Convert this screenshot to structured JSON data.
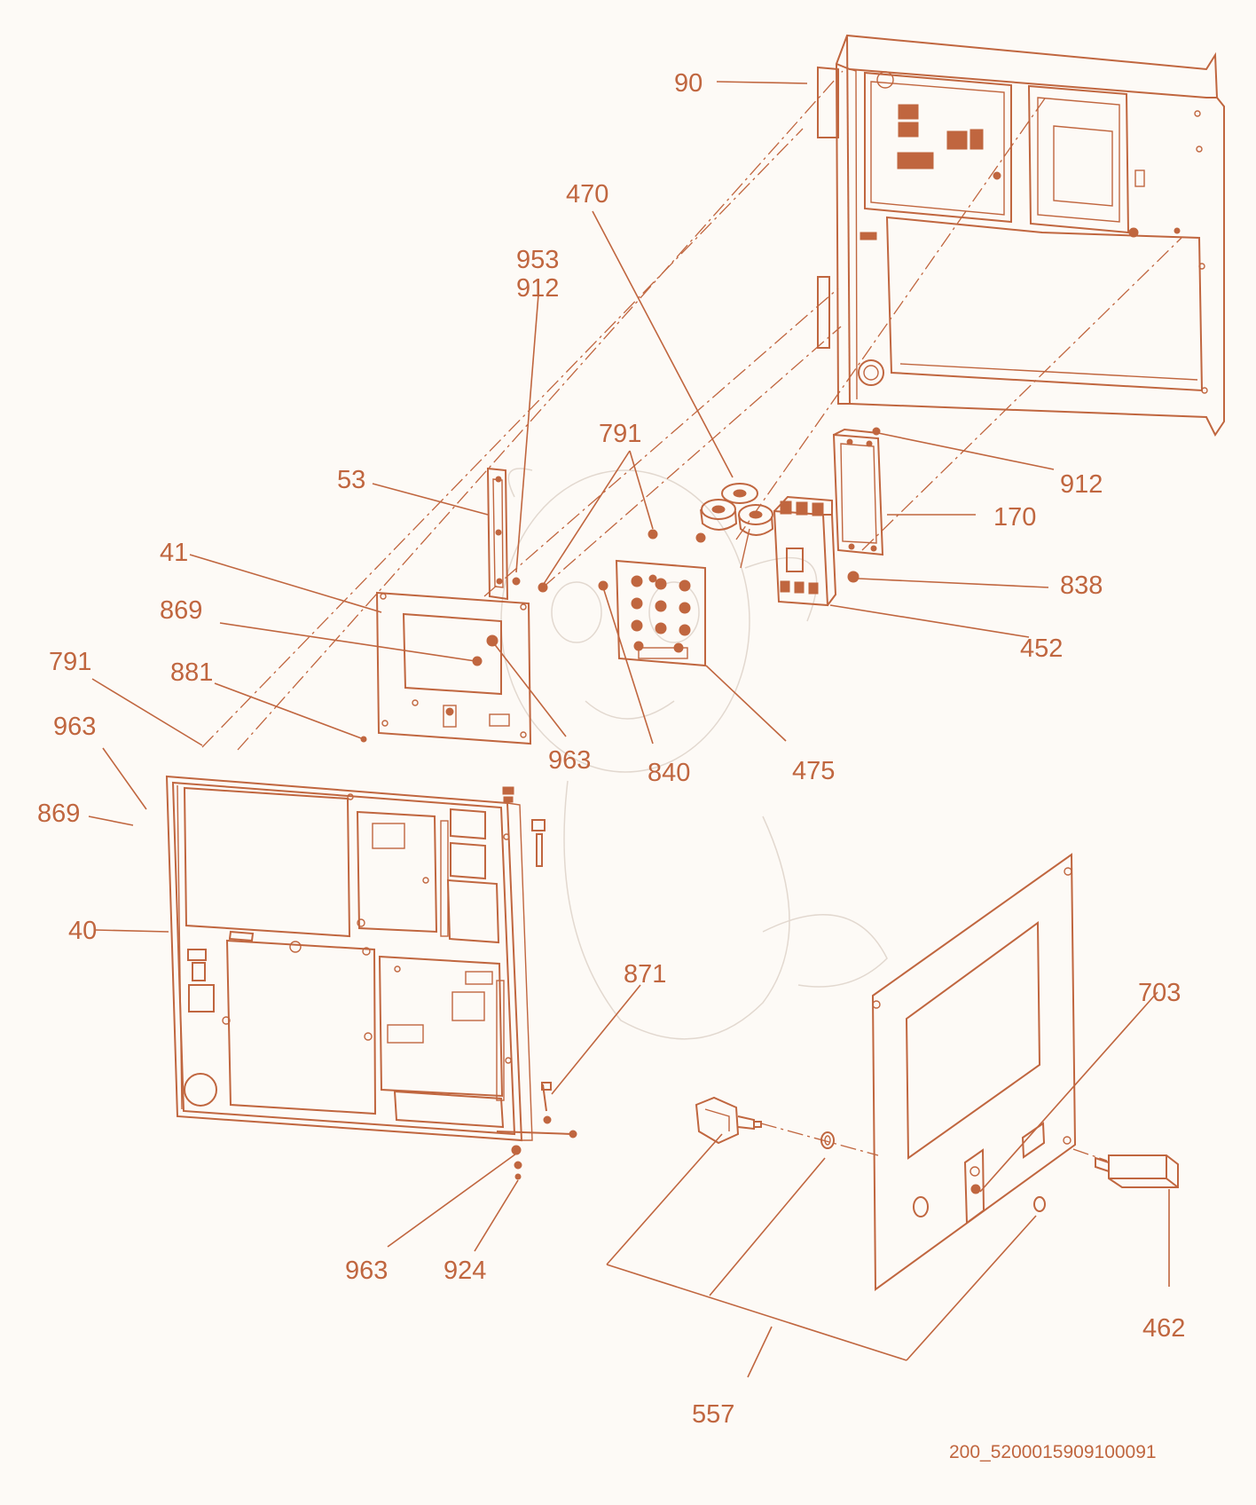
{
  "diagram": {
    "labels": {
      "l90": "90",
      "l470": "470",
      "l953": "953",
      "l912a": "912",
      "l791a": "791",
      "l53": "53",
      "l912b": "912",
      "l170": "170",
      "l41": "41",
      "l838": "838",
      "l869a": "869",
      "l452": "452",
      "l791b": "791",
      "l881": "881",
      "l963a": "963",
      "l963b": "963",
      "l840": "840",
      "l475": "475",
      "l869b": "869",
      "l40": "40",
      "l871": "871",
      "l703": "703",
      "l963c": "963",
      "l924": "924",
      "l462": "462",
      "l557": "557"
    },
    "doc_id": "200_5200015909100091"
  }
}
